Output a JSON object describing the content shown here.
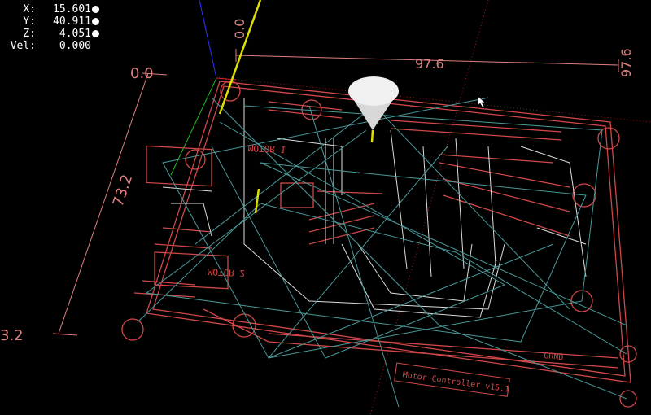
{
  "dro": [
    {
      "label": "X:",
      "value": "15.601",
      "homed": true
    },
    {
      "label": "Y:",
      "value": "40.911",
      "homed": true
    },
    {
      "label": "Z:",
      "value": "4.051",
      "homed": true
    },
    {
      "label": "Vel:",
      "value": "0.000",
      "homed": false
    }
  ],
  "dimensions": {
    "x_extent": "97.6",
    "x_extent_right": "97.6",
    "y_extent": "73.2",
    "y_origin": "0.0",
    "z_origin": "0.0",
    "y_extent_left": "3.2"
  },
  "board_labels": {
    "motor1": "MOTOR 1",
    "motor2": "MOTOR 2",
    "title": "Motor Controller v15.1",
    "ground": "GRND"
  },
  "colors": {
    "trace": "#d04848",
    "rapid": "#4a9a9a",
    "feed": "#dcdcdc",
    "axis_x": "#e02020",
    "axis_y": "#20c020",
    "axis_z": "#3030ff",
    "tool": "#e6e6e6",
    "tool_path": "#e0e000"
  }
}
